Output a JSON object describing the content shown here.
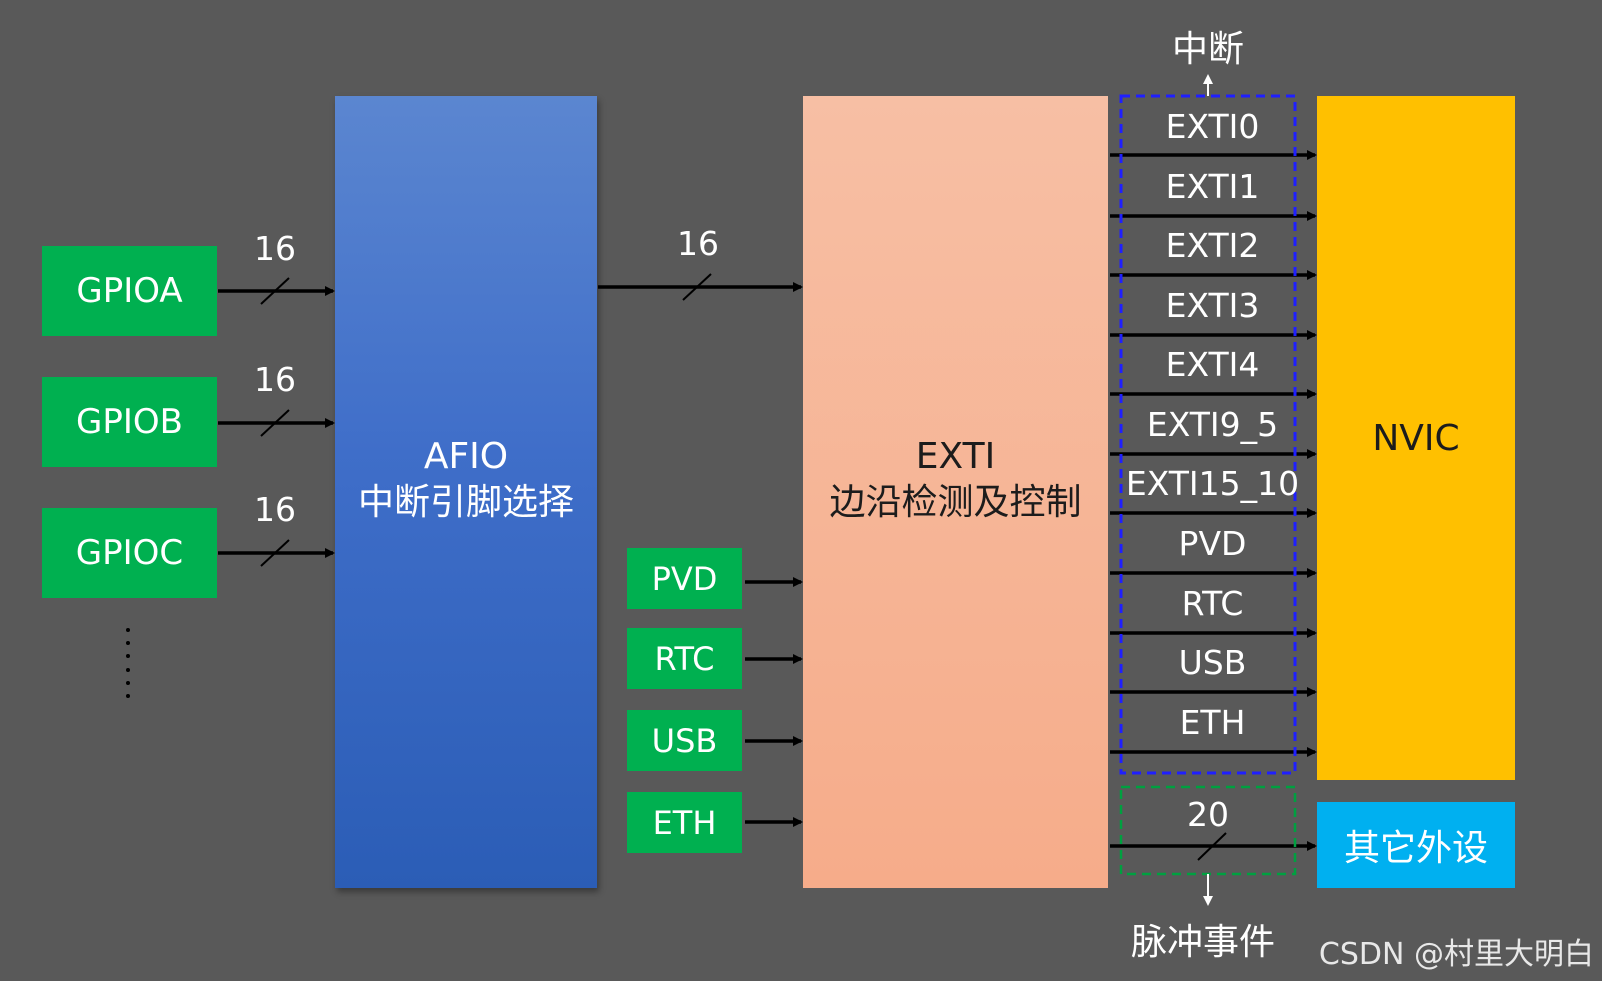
{
  "gpio_blocks": [
    "GPIOA",
    "GPIOB",
    "GPIOC"
  ],
  "gpio_bus_width": "16",
  "continuation": "......",
  "afio": {
    "line1": "AFIO",
    "line2": "中断引脚选择"
  },
  "afio_to_exti_width": "16",
  "peripheral_sources": [
    "PVD",
    "RTC",
    "USB",
    "ETH"
  ],
  "exti": {
    "line1": "EXTI",
    "line2": "边沿检测及控制"
  },
  "exti_lines": [
    "EXTI0",
    "EXTI1",
    "EXTI2",
    "EXTI3",
    "EXTI4",
    "EXTI9_5",
    "EXTI15_10",
    "PVD",
    "RTC",
    "USB",
    "ETH"
  ],
  "interrupt_label": "中断",
  "event_label": "脉冲事件",
  "event_bus_width": "20",
  "nvic": "NVIC",
  "other_peripherals": "其它外设",
  "watermark": "CSDN @村里大明白",
  "colors": {
    "background": "#595959",
    "gpio_green": "#00b050",
    "afio_blue": "#3f6ec9",
    "exti_salmon": "#f6ac8a",
    "nvic_yellow": "#ffc000",
    "other_cyan": "#00b0f0",
    "interrupt_box_border": "#1f1fff",
    "event_box_border": "#00a040"
  }
}
